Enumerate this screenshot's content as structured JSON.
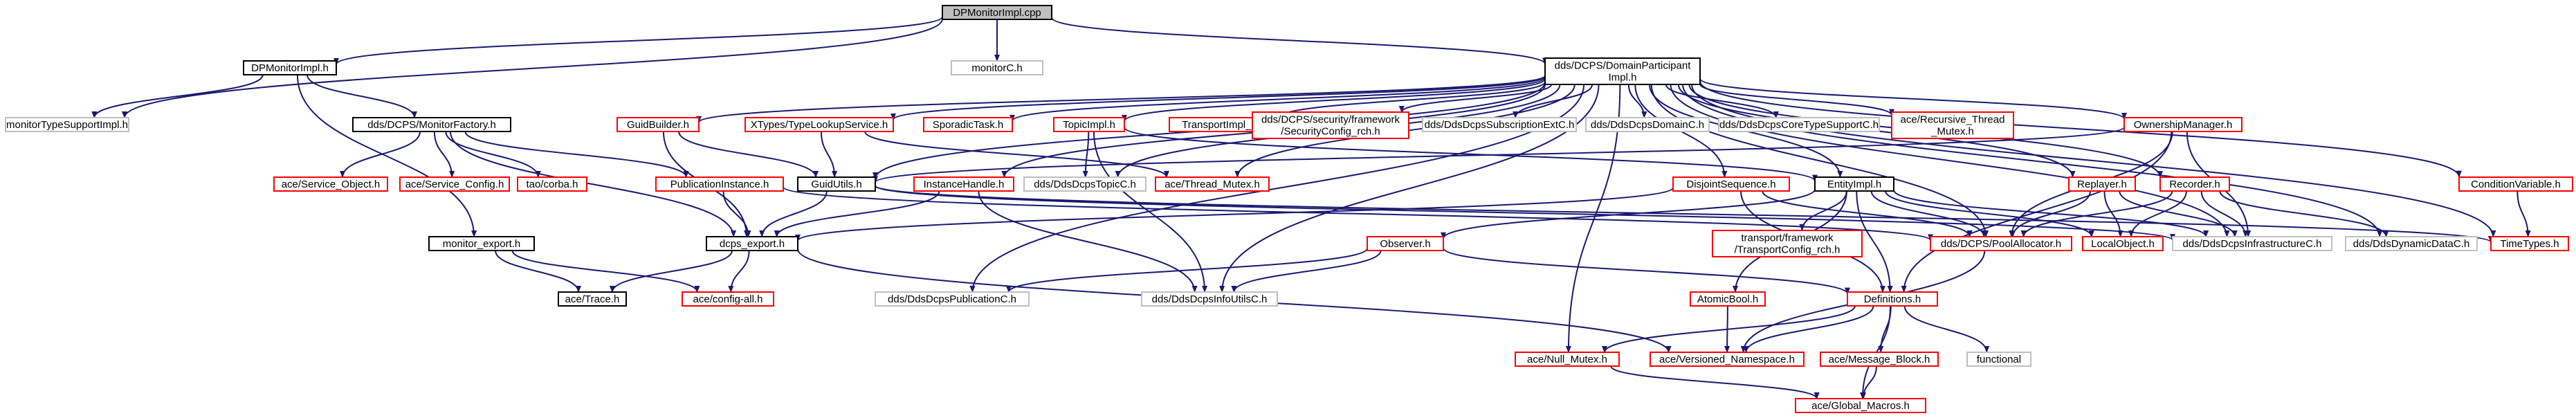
{
  "diagram": {
    "type": "include-dependency-graph",
    "colors": {
      "edge": "#191970",
      "root_fill": "#bfbfbf",
      "root_border": "#000000",
      "documented_border": "#000000",
      "missing_border": "#ff0000",
      "external_border": "#bfbfbf",
      "text": "#000000"
    },
    "nodes": [
      {
        "id": "root",
        "lines": [
          "DPMonitorImpl.cpp"
        ],
        "kind": "root"
      },
      {
        "id": "dpmonitorimpl_h",
        "lines": [
          "DPMonitorImpl.h"
        ],
        "kind": "documented"
      },
      {
        "id": "monitorC",
        "lines": [
          "monitorC.h"
        ],
        "kind": "external"
      },
      {
        "id": "domainparticipant",
        "lines": [
          "dds/DCPS/DomainParticipant",
          "Impl.h"
        ],
        "kind": "documented"
      },
      {
        "id": "monitorTypeSupport",
        "lines": [
          "monitorTypeSupportImpl.h"
        ],
        "kind": "external"
      },
      {
        "id": "monitorfactory",
        "lines": [
          "dds/DCPS/MonitorFactory.h"
        ],
        "kind": "documented"
      },
      {
        "id": "guidbuilder",
        "lines": [
          "GuidBuilder.h"
        ],
        "kind": "missing"
      },
      {
        "id": "typelookup",
        "lines": [
          "XTypes/TypeLookupService.h"
        ],
        "kind": "missing"
      },
      {
        "id": "sporadictask",
        "lines": [
          "SporadicTask.h"
        ],
        "kind": "missing"
      },
      {
        "id": "topicimpl",
        "lines": [
          "TopicImpl.h"
        ],
        "kind": "missing"
      },
      {
        "id": "transportimpl_rch",
        "lines": [
          "TransportImpl_rch.h"
        ],
        "kind": "missing"
      },
      {
        "id": "secconfig_rch",
        "lines": [
          "dds/DCPS/security/framework",
          "/SecurityConfig_rch.h"
        ],
        "kind": "missing"
      },
      {
        "id": "subscriptionext",
        "lines": [
          "dds/DdsDcpsSubscriptionExtC.h"
        ],
        "kind": "external"
      },
      {
        "id": "domainc",
        "lines": [
          "dds/DdsDcpsDomainC.h"
        ],
        "kind": "external"
      },
      {
        "id": "coretypesupport",
        "lines": [
          "dds/DdsDcpsCoreTypeSupportC.h"
        ],
        "kind": "external"
      },
      {
        "id": "recursive_mutex",
        "lines": [
          "ace/Recursive_Thread",
          "_Mutex.h"
        ],
        "kind": "missing"
      },
      {
        "id": "ownershipmanager",
        "lines": [
          "OwnershipManager.h"
        ],
        "kind": "missing"
      },
      {
        "id": "ace_service_object",
        "lines": [
          "ace/Service_Object.h"
        ],
        "kind": "missing"
      },
      {
        "id": "ace_service_config",
        "lines": [
          "ace/Service_Config.h"
        ],
        "kind": "missing"
      },
      {
        "id": "tao_corba",
        "lines": [
          "tao/corba.h"
        ],
        "kind": "missing"
      },
      {
        "id": "publicationinstance",
        "lines": [
          "PublicationInstance.h"
        ],
        "kind": "missing"
      },
      {
        "id": "guidutils",
        "lines": [
          "GuidUtils.h"
        ],
        "kind": "documented"
      },
      {
        "id": "instancehandle",
        "lines": [
          "InstanceHandle.h"
        ],
        "kind": "missing"
      },
      {
        "id": "topicc",
        "lines": [
          "dds/DdsDcpsTopicC.h"
        ],
        "kind": "external"
      },
      {
        "id": "thread_mutex",
        "lines": [
          "ace/Thread_Mutex.h"
        ],
        "kind": "missing"
      },
      {
        "id": "disjointsequence",
        "lines": [
          "DisjointSequence.h"
        ],
        "kind": "missing"
      },
      {
        "id": "entityimpl",
        "lines": [
          "EntityImpl.h"
        ],
        "kind": "documented"
      },
      {
        "id": "replayer",
        "lines": [
          "Replayer.h"
        ],
        "kind": "missing"
      },
      {
        "id": "recorder",
        "lines": [
          "Recorder.h"
        ],
        "kind": "missing"
      },
      {
        "id": "conditionvariable",
        "lines": [
          "ConditionVariable.h"
        ],
        "kind": "missing"
      },
      {
        "id": "monitor_export",
        "lines": [
          "monitor_export.h"
        ],
        "kind": "documented"
      },
      {
        "id": "dcps_export",
        "lines": [
          "dcps_export.h"
        ],
        "kind": "documented"
      },
      {
        "id": "ace_trace",
        "lines": [
          "ace/Trace.h"
        ],
        "kind": "documented"
      },
      {
        "id": "ace_config_all",
        "lines": [
          "ace/config-all.h"
        ],
        "kind": "missing"
      },
      {
        "id": "observer",
        "lines": [
          "Observer.h"
        ],
        "kind": "missing"
      },
      {
        "id": "transportconfig_rch",
        "lines": [
          "transport/framework",
          "/TransportConfig_rch.h"
        ],
        "kind": "missing"
      },
      {
        "id": "poolallocator",
        "lines": [
          "dds/DCPS/PoolAllocator.h"
        ],
        "kind": "missing"
      },
      {
        "id": "localobject",
        "lines": [
          "LocalObject.h"
        ],
        "kind": "missing"
      },
      {
        "id": "infrastructurec",
        "lines": [
          "dds/DdsDcpsInfrastructureC.h"
        ],
        "kind": "external"
      },
      {
        "id": "dynamicdatac",
        "lines": [
          "dds/DdsDynamicDataC.h"
        ],
        "kind": "external"
      },
      {
        "id": "timetypes",
        "lines": [
          "TimeTypes.h"
        ],
        "kind": "missing"
      },
      {
        "id": "publicationc",
        "lines": [
          "dds/DdsDcpsPublicationC.h"
        ],
        "kind": "external"
      },
      {
        "id": "infoutilsc",
        "lines": [
          "dds/DdsDcpsInfoUtilsC.h"
        ],
        "kind": "external"
      },
      {
        "id": "atomicbool",
        "lines": [
          "AtomicBool.h"
        ],
        "kind": "missing"
      },
      {
        "id": "definitions",
        "lines": [
          "Definitions.h"
        ],
        "kind": "missing"
      },
      {
        "id": "functional",
        "lines": [
          "functional"
        ],
        "kind": "external"
      },
      {
        "id": "ace_null_mutex",
        "lines": [
          "ace/Null_Mutex.h"
        ],
        "kind": "missing"
      },
      {
        "id": "versioned_namespace",
        "lines": [
          "ace/Versioned_Namespace.h"
        ],
        "kind": "missing"
      },
      {
        "id": "ace_message_block",
        "lines": [
          "ace/Message_Block.h"
        ],
        "kind": "missing"
      },
      {
        "id": "ace_global_macros",
        "lines": [
          "ace/Global_Macros.h"
        ],
        "kind": "missing"
      }
    ],
    "edges": [
      [
        "root",
        "dpmonitorimpl_h"
      ],
      [
        "root",
        "monitorC"
      ],
      [
        "root",
        "domainparticipant"
      ],
      [
        "root",
        "monitorTypeSupport"
      ],
      [
        "dpmonitorimpl_h",
        "monitorTypeSupport"
      ],
      [
        "dpmonitorimpl_h",
        "monitorfactory"
      ],
      [
        "dpmonitorimpl_h",
        "monitor_export"
      ],
      [
        "monitorfactory",
        "ace_service_object"
      ],
      [
        "monitorfactory",
        "ace_service_config"
      ],
      [
        "monitorfactory",
        "tao_corba"
      ],
      [
        "monitorfactory",
        "publicationinstance"
      ],
      [
        "monitorfactory",
        "dcps_export"
      ],
      [
        "domainparticipant",
        "guidbuilder"
      ],
      [
        "domainparticipant",
        "typelookup"
      ],
      [
        "domainparticipant",
        "sporadictask"
      ],
      [
        "domainparticipant",
        "topicimpl"
      ],
      [
        "domainparticipant",
        "transportimpl_rch"
      ],
      [
        "domainparticipant",
        "secconfig_rch"
      ],
      [
        "domainparticipant",
        "subscriptionext"
      ],
      [
        "domainparticipant",
        "domainc"
      ],
      [
        "domainparticipant",
        "coretypesupport"
      ],
      [
        "domainparticipant",
        "recursive_mutex"
      ],
      [
        "domainparticipant",
        "ownershipmanager"
      ],
      [
        "domainparticipant",
        "guidutils"
      ],
      [
        "domainparticipant",
        "instancehandle"
      ],
      [
        "domainparticipant",
        "topicc"
      ],
      [
        "domainparticipant",
        "disjointsequence"
      ],
      [
        "domainparticipant",
        "entityimpl"
      ],
      [
        "domainparticipant",
        "replayer"
      ],
      [
        "domainparticipant",
        "recorder"
      ],
      [
        "domainparticipant",
        "conditionvariable"
      ],
      [
        "domainparticipant",
        "poolallocator"
      ],
      [
        "domainparticipant",
        "infrastructurec"
      ],
      [
        "domainparticipant",
        "dynamicdatac"
      ],
      [
        "domainparticipant",
        "timetypes"
      ],
      [
        "domainparticipant",
        "publicationc"
      ],
      [
        "domainparticipant",
        "infoutilsc"
      ],
      [
        "domainparticipant",
        "ace_null_mutex"
      ],
      [
        "domainparticipant",
        "thread_mutex"
      ],
      [
        "guidbuilder",
        "guidutils"
      ],
      [
        "guidbuilder",
        "dcps_export"
      ],
      [
        "typelookup",
        "guidutils"
      ],
      [
        "typelookup",
        "thread_mutex"
      ],
      [
        "topicimpl",
        "topicc"
      ],
      [
        "topicimpl",
        "entityimpl"
      ],
      [
        "topicimpl",
        "infoutilsc"
      ],
      [
        "ownershipmanager",
        "guidutils"
      ],
      [
        "ownershipmanager",
        "poolallocator"
      ],
      [
        "ownershipmanager",
        "infrastructurec"
      ],
      [
        "ownershipmanager",
        "definitions"
      ],
      [
        "publicationinstance",
        "dcps_export"
      ],
      [
        "publicationinstance",
        "poolallocator"
      ],
      [
        "guidutils",
        "dcps_export"
      ],
      [
        "guidutils",
        "timetypes"
      ],
      [
        "guidutils",
        "infrastructurec"
      ],
      [
        "instancehandle",
        "dcps_export"
      ],
      [
        "instancehandle",
        "infoutilsc"
      ],
      [
        "disjointsequence",
        "dcps_export"
      ],
      [
        "disjointsequence",
        "poolallocator"
      ],
      [
        "disjointsequence",
        "definitions"
      ],
      [
        "entityimpl",
        "observer"
      ],
      [
        "entityimpl",
        "transportconfig_rch"
      ],
      [
        "entityimpl",
        "poolallocator"
      ],
      [
        "entityimpl",
        "localobject"
      ],
      [
        "entityimpl",
        "infrastructurec"
      ],
      [
        "entityimpl",
        "atomicbool"
      ],
      [
        "entityimpl",
        "definitions"
      ],
      [
        "replayer",
        "poolallocator"
      ],
      [
        "replayer",
        "localobject"
      ],
      [
        "replayer",
        "infrastructurec"
      ],
      [
        "recorder",
        "poolallocator"
      ],
      [
        "recorder",
        "localobject"
      ],
      [
        "recorder",
        "infrastructurec"
      ],
      [
        "recorder",
        "dynamicdatac"
      ],
      [
        "conditionvariable",
        "timetypes"
      ],
      [
        "monitor_export",
        "ace_trace"
      ],
      [
        "monitor_export",
        "ace_config_all"
      ],
      [
        "dcps_export",
        "ace_trace"
      ],
      [
        "dcps_export",
        "ace_config_all"
      ],
      [
        "dcps_export",
        "versioned_namespace"
      ],
      [
        "observer",
        "publicationc"
      ],
      [
        "observer",
        "infoutilsc"
      ],
      [
        "observer",
        "definitions"
      ],
      [
        "poolallocator",
        "versioned_namespace"
      ],
      [
        "atomicbool",
        "versioned_namespace"
      ],
      [
        "definitions",
        "ace_null_mutex"
      ],
      [
        "definitions",
        "versioned_namespace"
      ],
      [
        "definitions",
        "ace_message_block"
      ],
      [
        "definitions",
        "functional"
      ],
      [
        "definitions",
        "ace_global_macros"
      ],
      [
        "ace_null_mutex",
        "ace_global_macros"
      ],
      [
        "ace_message_block",
        "ace_global_macros"
      ]
    ]
  }
}
